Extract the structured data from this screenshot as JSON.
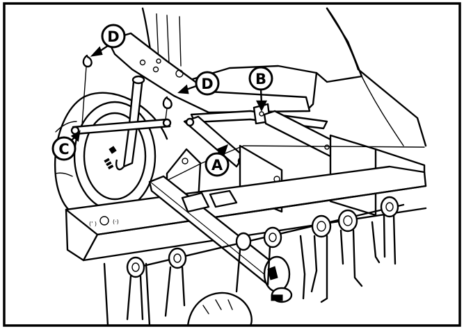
{
  "figure": {
    "border_color": "#000000",
    "background": "#ffffff"
  },
  "callouts": {
    "a": "A",
    "b": "B",
    "c": "C",
    "d_top": "D",
    "d_mid": "D"
  }
}
